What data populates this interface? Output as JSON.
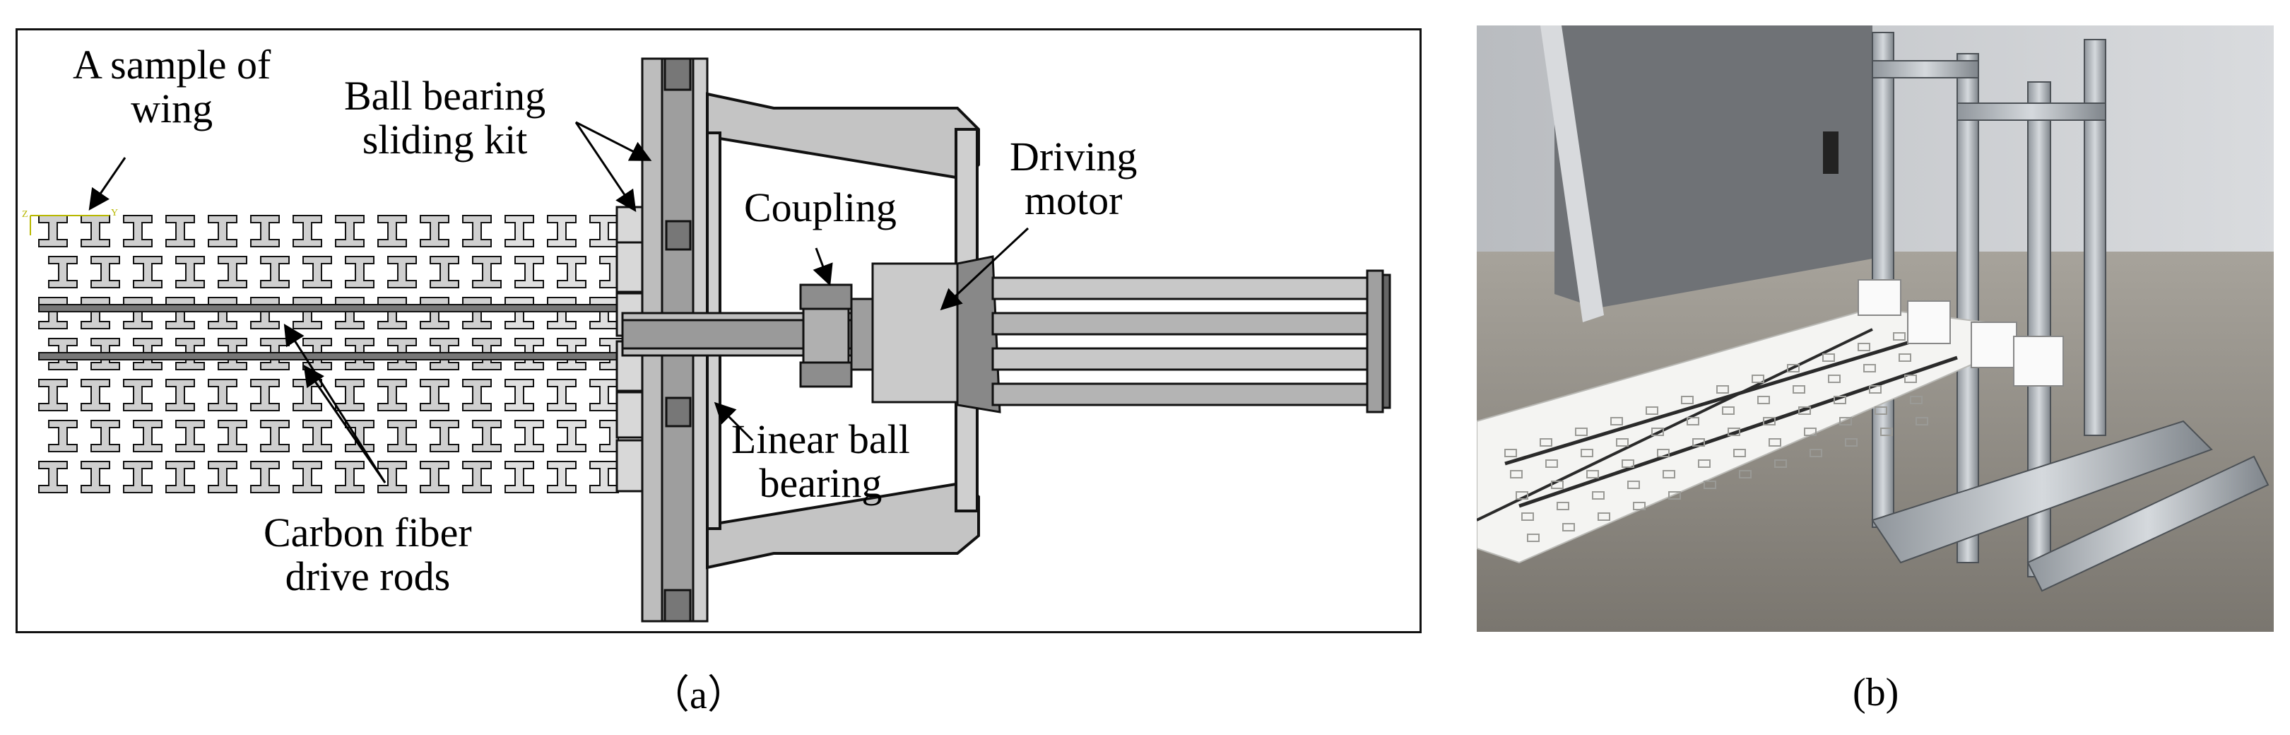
{
  "panel_a": {
    "labels": {
      "sample_wing": [
        "A sample of",
        "wing"
      ],
      "ball_bearing_kit": [
        "Ball bearing",
        "sliding kit"
      ],
      "coupling": "Coupling",
      "driving_motor": [
        "Driving",
        "motor"
      ],
      "linear_ball_bearing": [
        "Linear ball",
        "bearing"
      ],
      "carbon_rods": [
        "Carbon fiber",
        "drive rods"
      ]
    },
    "axis_triad": {
      "z": "Z",
      "y": "Y"
    },
    "caption": "（a）"
  },
  "panel_b": {
    "caption": "(b)"
  },
  "colors": {
    "line": "#111111",
    "metal": "#9aa0a6",
    "metal_dark": "#5f6368",
    "wall": "#c9ccd0",
    "floor": "#8e8a82",
    "cabinet": "#6e7175",
    "wing_white": "#f4f4f2"
  }
}
